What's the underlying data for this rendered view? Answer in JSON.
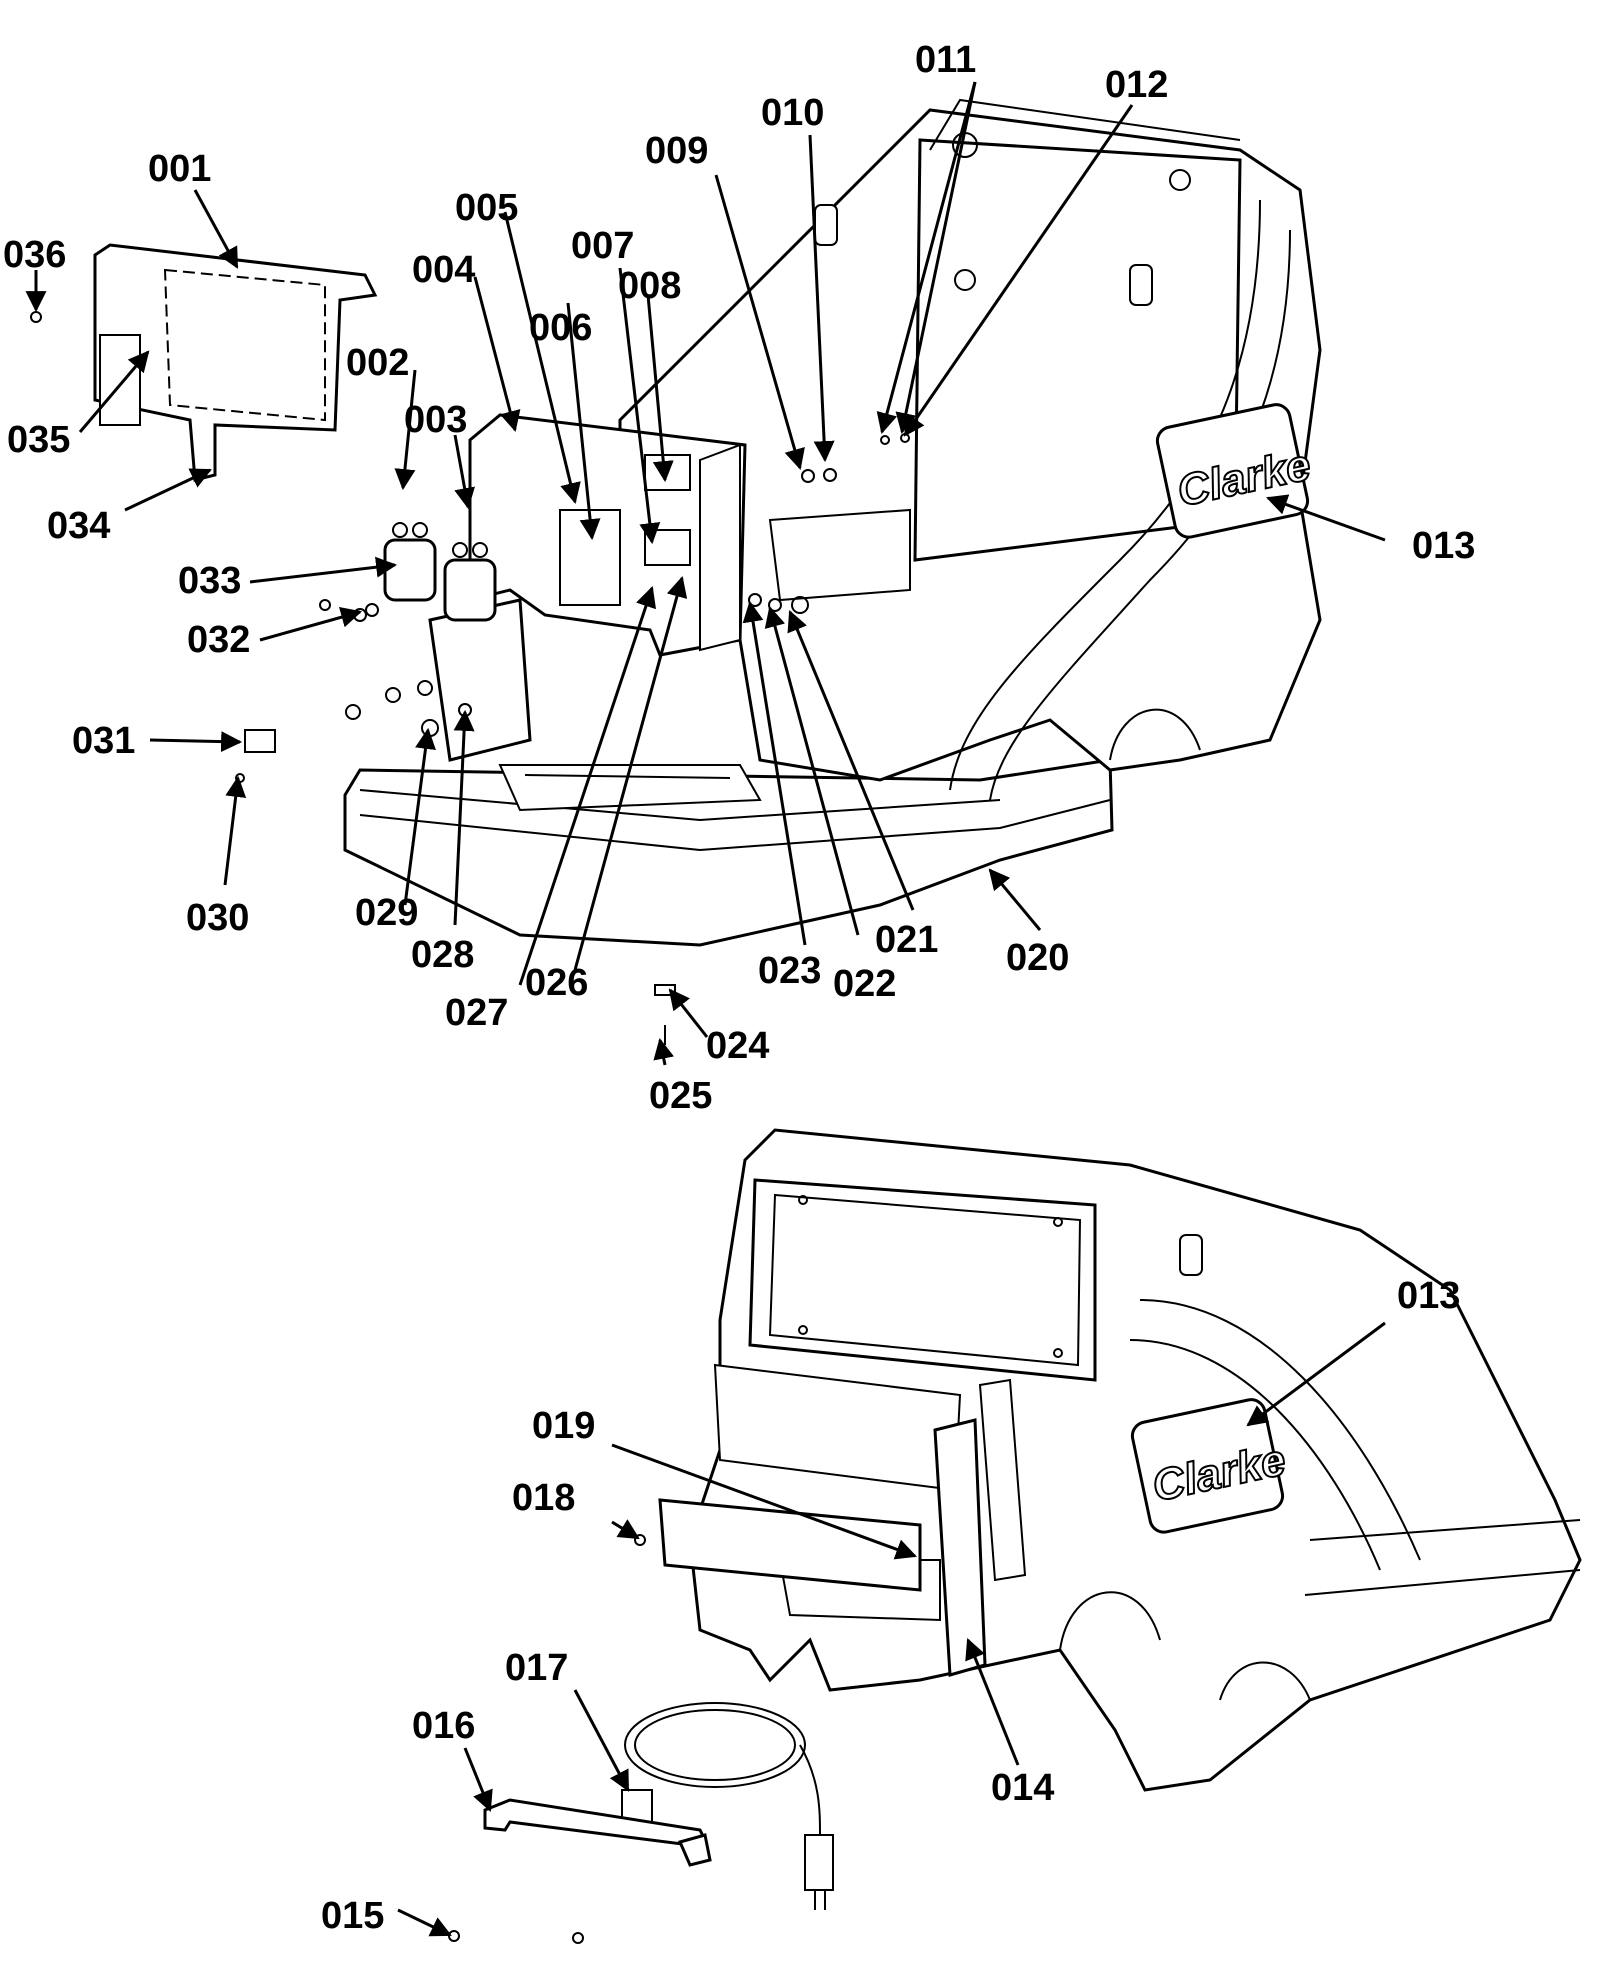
{
  "diagram": {
    "brand_logo": "Clarke",
    "colors": {
      "ink": "#000000",
      "paper": "#ffffff"
    },
    "callouts": [
      "001",
      "002",
      "003",
      "004",
      "005",
      "006",
      "007",
      "008",
      "009",
      "010",
      "011",
      "012",
      "013",
      "013",
      "014",
      "015",
      "016",
      "017",
      "018",
      "019",
      "020",
      "021",
      "022",
      "023",
      "024",
      "025",
      "026",
      "027",
      "028",
      "029",
      "030",
      "031",
      "032",
      "033",
      "034",
      "035",
      "036"
    ]
  }
}
